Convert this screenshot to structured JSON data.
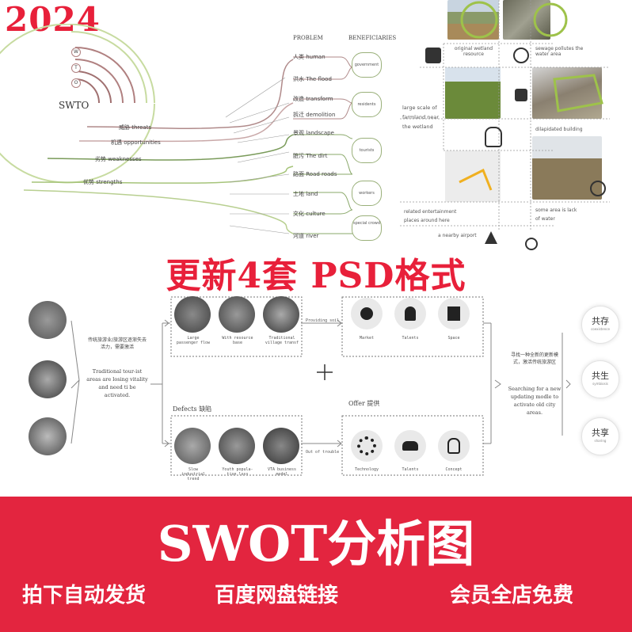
{
  "header": {
    "year": "2024"
  },
  "swto": {
    "ring_letters": [
      "W",
      "T",
      "O"
    ],
    "center_label": "SWTO",
    "rows": [
      {
        "label": "威胁 threats"
      },
      {
        "label": "机遇 opportunities"
      },
      {
        "label": "劣势 weaknesses"
      },
      {
        "label": "优势 strengths"
      }
    ],
    "columns": {
      "problem": "PROBLEM",
      "beneficiaries": "BENEFICIARIES"
    },
    "problems": [
      "人类 human",
      "洪水 The flood",
      "改造 transform",
      "拆迁 demolition",
      "景观 landscape",
      "脏污 The dirt",
      "路面 Road roads",
      "土地 land",
      "文化 culture",
      "河道 river"
    ],
    "beneficiaries": [
      "government",
      "residents",
      "tourists",
      "workers",
      "special crowd"
    ]
  },
  "site_analysis": {
    "captions": [
      "original wetland resource",
      "sewage pollutes the water area",
      "large scale of farmland near the wetland",
      "dilapidated building",
      "related entertainment places around here",
      "some area is lack of water",
      "a nearby airport"
    ]
  },
  "headline": "更新4套  PSD格式",
  "flow": {
    "left_text_cn": "传统旅游业/旅游区逐渐失去活力，需要激活",
    "left_text_en": "Traditional tour-ist areas are losing vitality and need ti be activated.",
    "advantages_caption": "Providing soil",
    "advantages_items": [
      "Large passenger flow",
      "With resource base",
      "Traditional village transf"
    ],
    "needs_items": [
      "Market",
      "Talents",
      "Space"
    ],
    "defects_title": "Defects 缺陷",
    "defects_items": [
      "Slow industrial trend",
      "Youth popula-tion loss",
      "VTA business model"
    ],
    "defects_caption": "Out of trouble",
    "offer_title": "Offer 提供",
    "offer_items": [
      "Technology",
      "Talents",
      "Concept"
    ],
    "right_text_cn": "寻找一种全新的更新模式，激活传统旅游区",
    "right_text_en": "Searching for a new updating modle to activate old city areas.",
    "outcomes": [
      {
        "cn": "共存",
        "en": "coexistence"
      },
      {
        "cn": "共生",
        "en": "symbiosis"
      },
      {
        "cn": "共享",
        "en": "sharing"
      }
    ]
  },
  "banner": {
    "title": "SWOT分析图",
    "sub_left": "拍下自动发货",
    "sub_mid": "百度网盘链接",
    "sub_right": "会员全店免费"
  }
}
